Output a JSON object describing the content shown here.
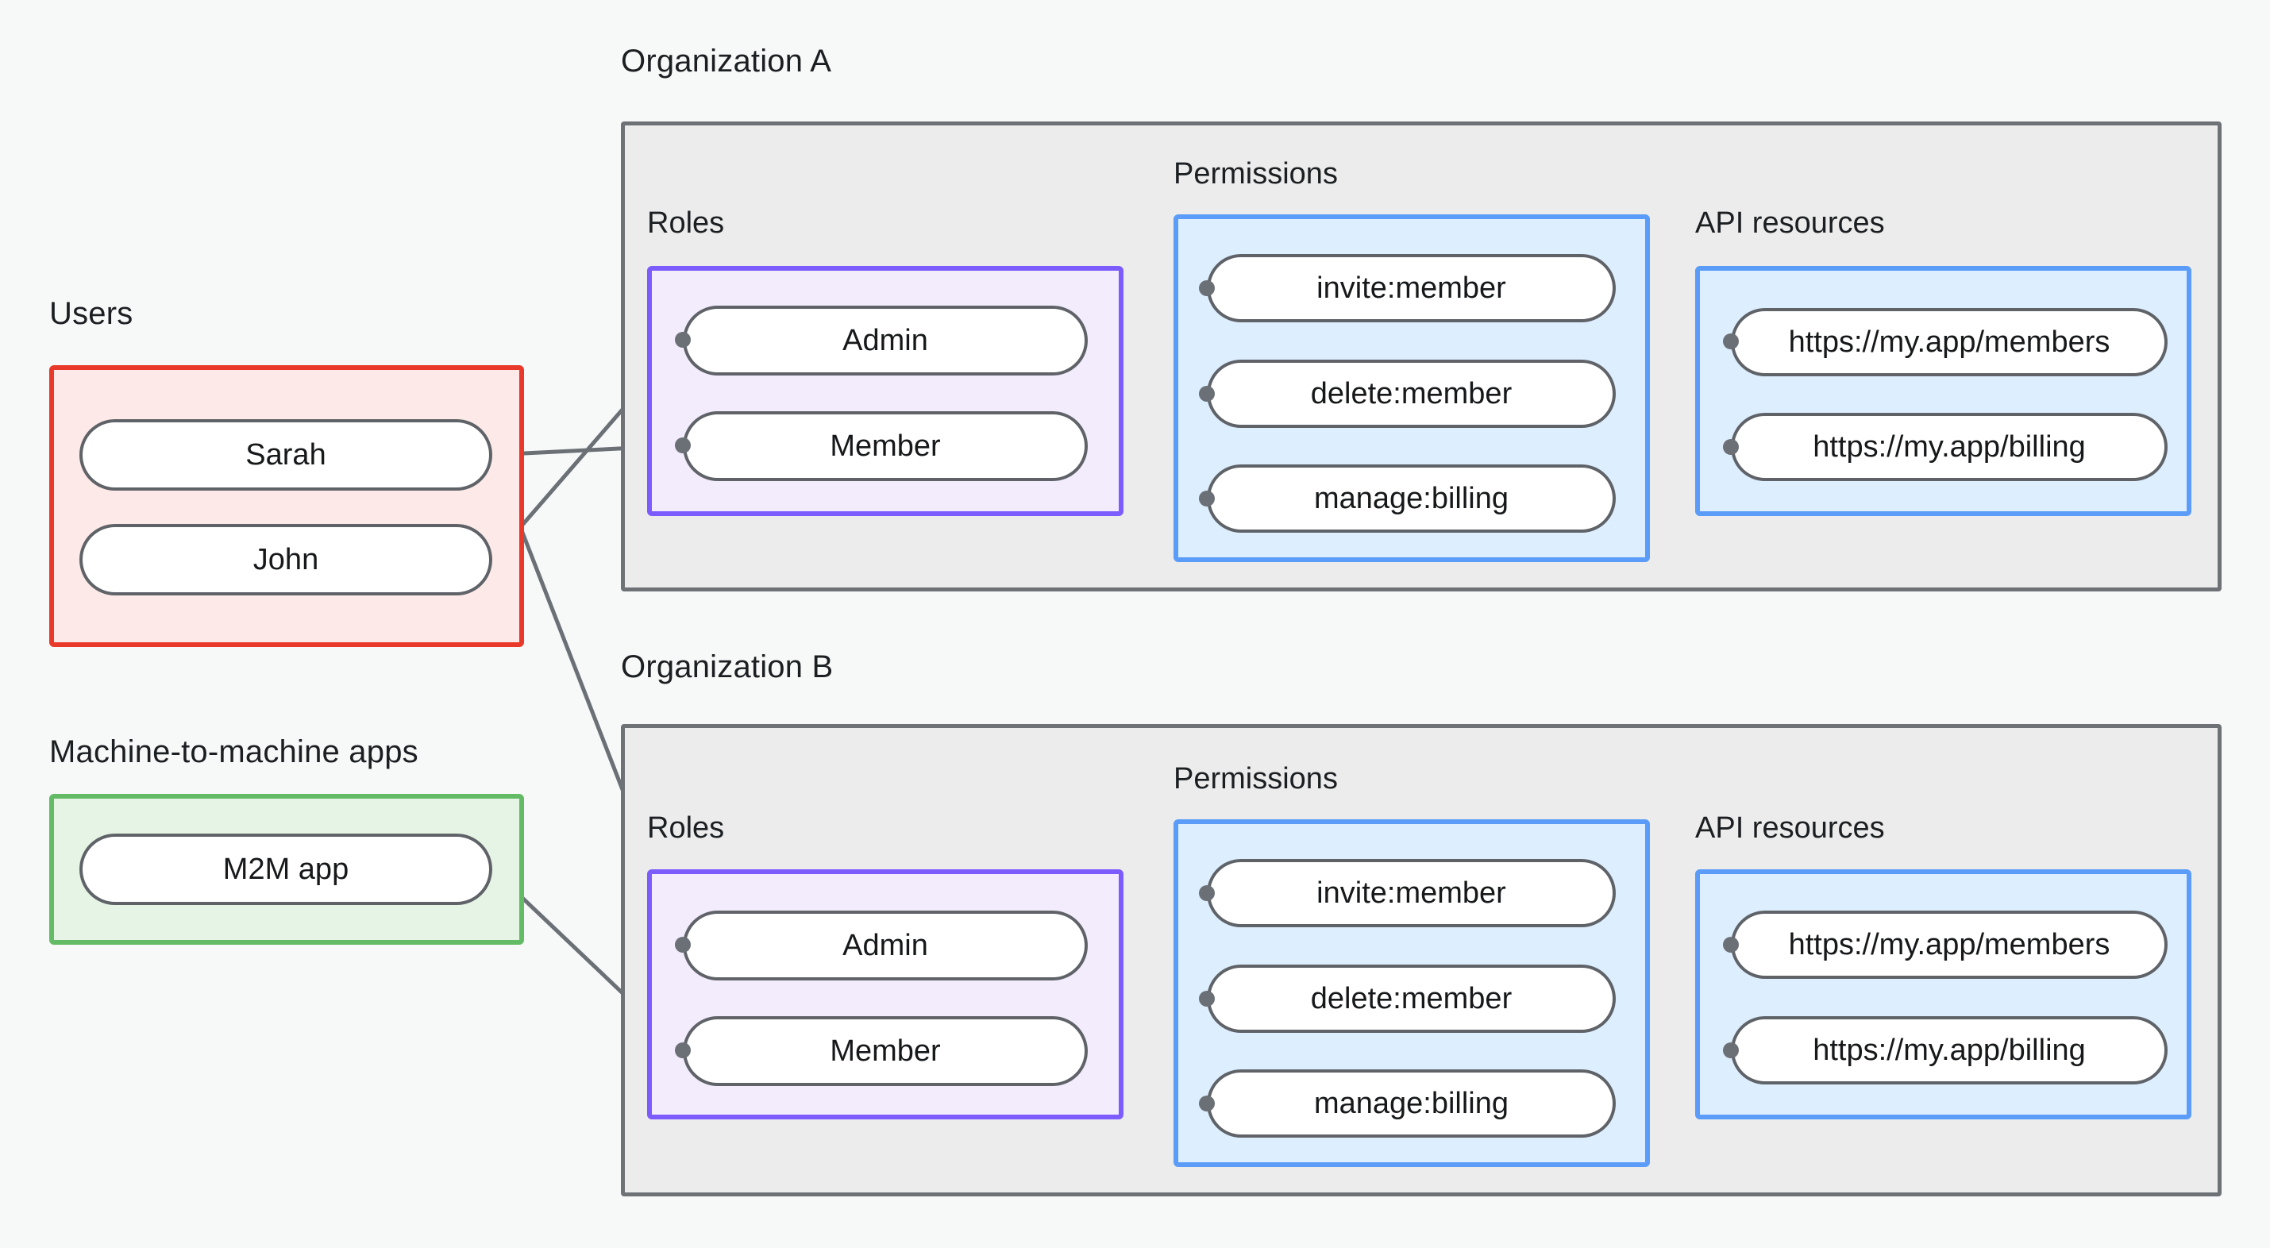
{
  "diagram": {
    "title_present": false,
    "background_color": "#f7f8f8",
    "edge_color": "#6b7076",
    "node_border_color": "#5f6368"
  },
  "sections": {
    "users": {
      "label": "Users",
      "border_color": "#e8392a",
      "fill_color": "#fdeae8",
      "items": [
        {
          "label": "Sarah"
        },
        {
          "label": "John"
        }
      ]
    },
    "m2m": {
      "label": "Machine-to-machine apps",
      "border_color": "#63bb66",
      "fill_color": "#e6f4e6",
      "items": [
        {
          "label": "M2M app"
        }
      ]
    }
  },
  "organizations": [
    {
      "label": "Organization A",
      "border_color": "#6e7276",
      "fill_color": "#ececec",
      "roles": {
        "label": "Roles",
        "border_color": "#7c5cfc",
        "fill_color": "#f3ecfd",
        "items": [
          {
            "label": "Admin"
          },
          {
            "label": "Member"
          }
        ]
      },
      "permissions": {
        "label": "Permissions",
        "border_color": "#5a9cf8",
        "fill_color": "#ddeeff",
        "items": [
          {
            "label": "invite:member"
          },
          {
            "label": "delete:member"
          },
          {
            "label": "manage:billing"
          }
        ]
      },
      "api_resources": {
        "label": "API resources",
        "border_color": "#5a9cf8",
        "fill_color": "#ddeeff",
        "items": [
          {
            "label": "https://my.app/members"
          },
          {
            "label": "https://my.app/billing"
          }
        ]
      }
    },
    {
      "label": "Organization B",
      "border_color": "#6e7276",
      "fill_color": "#ececec",
      "roles": {
        "label": "Roles",
        "border_color": "#7c5cfc",
        "fill_color": "#f3ecfd",
        "items": [
          {
            "label": "Admin"
          },
          {
            "label": "Member"
          }
        ]
      },
      "permissions": {
        "label": "Permissions",
        "border_color": "#5a9cf8",
        "fill_color": "#ddeeff",
        "items": [
          {
            "label": "invite:member"
          },
          {
            "label": "delete:member"
          },
          {
            "label": "manage:billing"
          }
        ]
      },
      "api_resources": {
        "label": "API resources",
        "border_color": "#5a9cf8",
        "fill_color": "#ddeeff",
        "items": [
          {
            "label": "https://my.app/members"
          },
          {
            "label": "https://my.app/billing"
          }
        ]
      }
    }
  ],
  "connections": [
    {
      "from": "Sarah",
      "to": "Organization A / Member"
    },
    {
      "from": "John",
      "to": "Organization A / Admin"
    },
    {
      "from": "Sarah",
      "to": "Organization B / Admin"
    },
    {
      "from": "M2M app",
      "to": "Organization B / Member"
    },
    {
      "from": "Organization A / Admin",
      "to": "Organization A / invite:member"
    },
    {
      "from": "Organization A / Admin",
      "to": "Organization A / delete:member"
    },
    {
      "from": "Organization A / Member",
      "to": "Organization A / manage:billing"
    },
    {
      "from": "Organization A / invite:member",
      "to": "Organization A / https://my.app/members"
    },
    {
      "from": "Organization A / delete:member",
      "to": "Organization A / https://my.app/members"
    },
    {
      "from": "Organization A / manage:billing",
      "to": "Organization A / https://my.app/billing"
    },
    {
      "from": "Organization B / Admin",
      "to": "Organization B / invite:member"
    },
    {
      "from": "Organization B / Admin",
      "to": "Organization B / delete:member"
    },
    {
      "from": "Organization B / Member",
      "to": "Organization B / manage:billing"
    },
    {
      "from": "Organization B / invite:member",
      "to": "Organization B / https://my.app/members"
    },
    {
      "from": "Organization B / delete:member",
      "to": "Organization B / https://my.app/members"
    },
    {
      "from": "Organization B / manage:billing",
      "to": "Organization B / https://my.app/billing"
    }
  ]
}
